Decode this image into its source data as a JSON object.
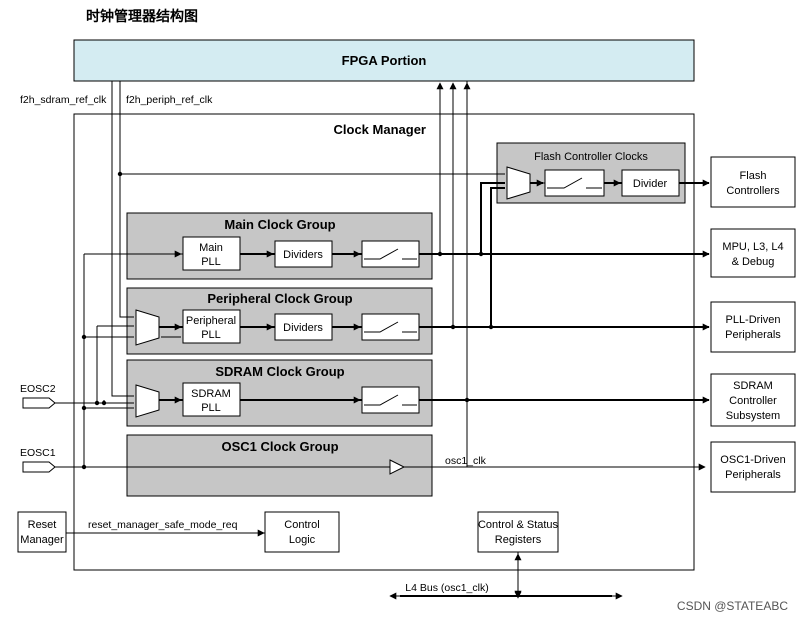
{
  "page_title": "时钟管理器结构图",
  "fpga_portion": "FPGA Portion",
  "clock_manager": "Clock Manager",
  "signals": {
    "f2h_sdram_ref_clk": "f2h_sdram_ref_clk",
    "f2h_periph_ref_clk": "f2h_periph_ref_clk",
    "eosc2": "EOSC2",
    "eosc1": "EOSC1",
    "osc1_clk": "osc1_clk",
    "reset_safe_mode_req": "reset_manager_safe_mode_req",
    "l4_bus": "L4 Bus (osc1_clk)"
  },
  "flash_controller_clocks": {
    "title": "Flash Controller Clocks",
    "divider": "Divider"
  },
  "groups": {
    "main": {
      "title": "Main Clock Group",
      "pll": [
        "Main",
        "PLL"
      ],
      "dividers": "Dividers"
    },
    "peripheral": {
      "title": "Peripheral Clock Group",
      "pll": [
        "Peripheral",
        "PLL"
      ],
      "dividers": "Dividers"
    },
    "sdram": {
      "title": "SDRAM Clock Group",
      "pll": [
        "SDRAM",
        "PLL"
      ]
    },
    "osc1": {
      "title": "OSC1 Clock Group"
    }
  },
  "bottom": {
    "reset_manager": [
      "Reset",
      "Manager"
    ],
    "control_logic": [
      "Control",
      "Logic"
    ],
    "csr": [
      "Control & Status",
      "Registers"
    ]
  },
  "outputs": {
    "flash": [
      "Flash",
      "Controllers"
    ],
    "mpu": [
      "MPU, L3, L4",
      "& Debug"
    ],
    "pll_driven": [
      "PLL-Driven",
      "Peripherals"
    ],
    "sdram": [
      "SDRAM",
      "Controller",
      "Subsystem"
    ],
    "osc1": [
      "OSC1-Driven",
      "Peripherals"
    ]
  },
  "watermark": "CSDN @STATEABC",
  "colors": {
    "fpga_fill": "#d4ecf2",
    "group_fill": "#c6c6c6",
    "line": "#000000"
  }
}
